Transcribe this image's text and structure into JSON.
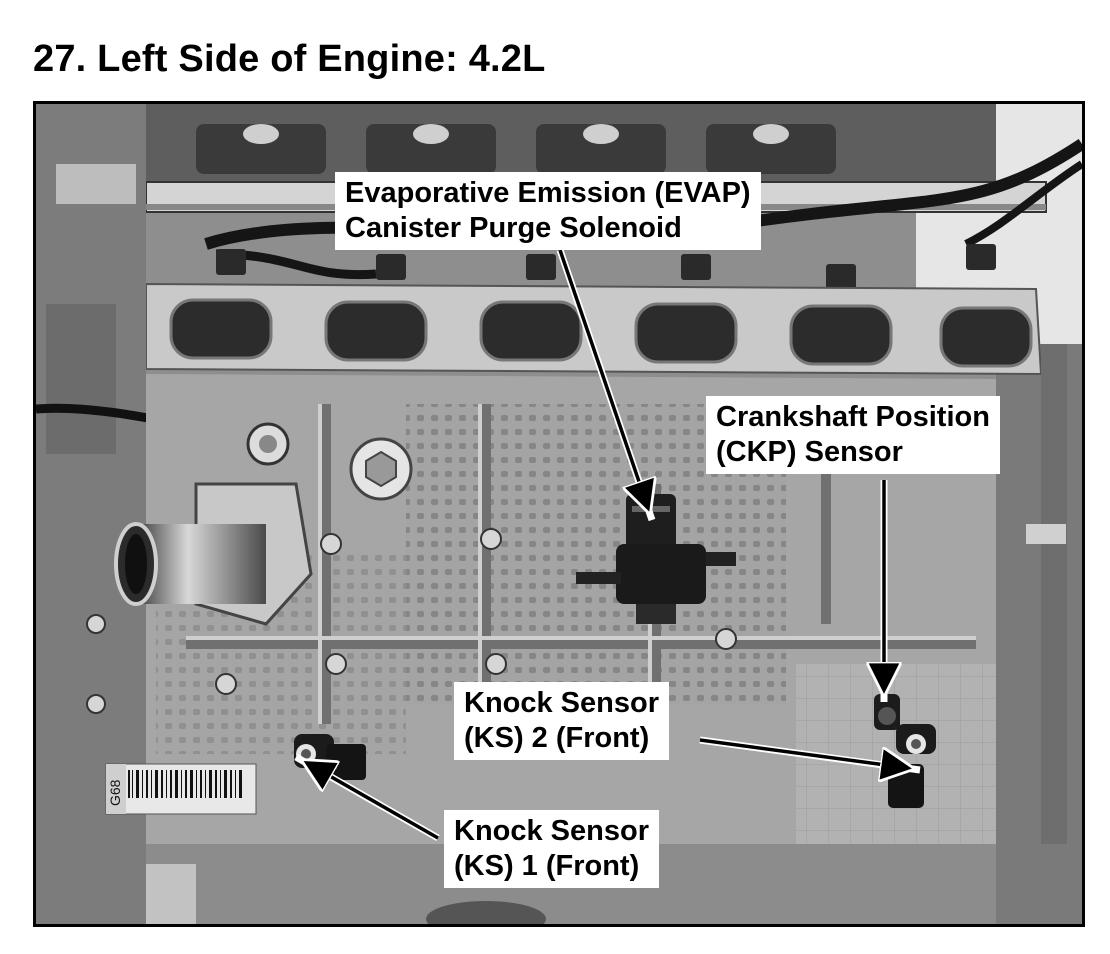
{
  "title": "27. Left Side of Engine: 4.2L",
  "callouts": {
    "evap": {
      "line1": "Evaporative Emission (EVAP)",
      "line2": "Canister Purge Solenoid"
    },
    "ckp": {
      "line1": "Crankshaft Position",
      "line2": "(CKP) Sensor"
    },
    "ks2": {
      "line1": "Knock Sensor",
      "line2": "(KS) 2 (Front)"
    },
    "ks1": {
      "line1": "Knock Sensor",
      "line2": "(KS) 1 (Front)"
    }
  },
  "photo_label": {
    "engine_code": "G68"
  },
  "colors": {
    "frame": "#000000",
    "callout_bg": "#ffffff",
    "engine_base": "#9a9a9a"
  }
}
